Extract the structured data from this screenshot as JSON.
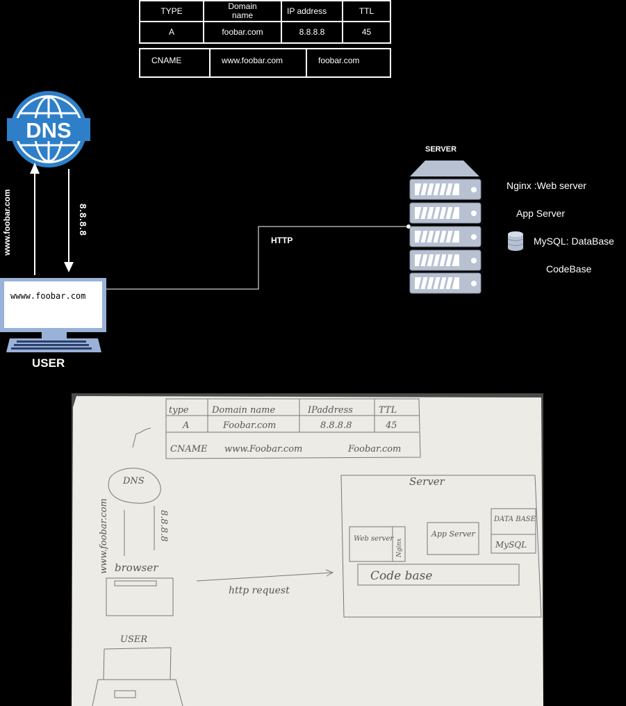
{
  "dns_table": {
    "headers": [
      "TYPE",
      "Domain name",
      "IP address",
      "TTL"
    ],
    "a_row": [
      "A",
      "foobar.com",
      "8.8.8.8",
      "45"
    ],
    "cname_row": [
      "CNAME",
      "www.foobar.com",
      "foobar.com"
    ]
  },
  "dns": {
    "icon_text": "DNS",
    "request_label": "www.foobar.com",
    "response_label": "8.8.8.8"
  },
  "user": {
    "screen_text": "wwww.foobar.com",
    "label": "USER"
  },
  "connection": {
    "label": "HTTP"
  },
  "server": {
    "title": "SERVER",
    "components": [
      "Nginx :Web server",
      "App Server",
      "MySQL: DataBase",
      "CodeBase"
    ]
  },
  "sketch": {
    "table_headers": [
      "type",
      "Domain name",
      "IPaddress",
      "TTL"
    ],
    "table_a_row": [
      "A",
      "Foobar.com",
      "8.8.8.8",
      "45"
    ],
    "table_cname_row": [
      "CNAME",
      "www.Foobar.com",
      "Foobar.com"
    ],
    "dns_label": "DNS",
    "request_label": "www.foobar.com",
    "response_label": "8.8.8.8",
    "browser_label": "browser",
    "user_label": "USER",
    "http_label": "http request",
    "server_title": "Server",
    "web_server": "Web server",
    "nginx": "Nginx",
    "app_server": "App Server",
    "database": "DATA BASE",
    "mysql": "MySQL",
    "codebase": "Code base"
  }
}
